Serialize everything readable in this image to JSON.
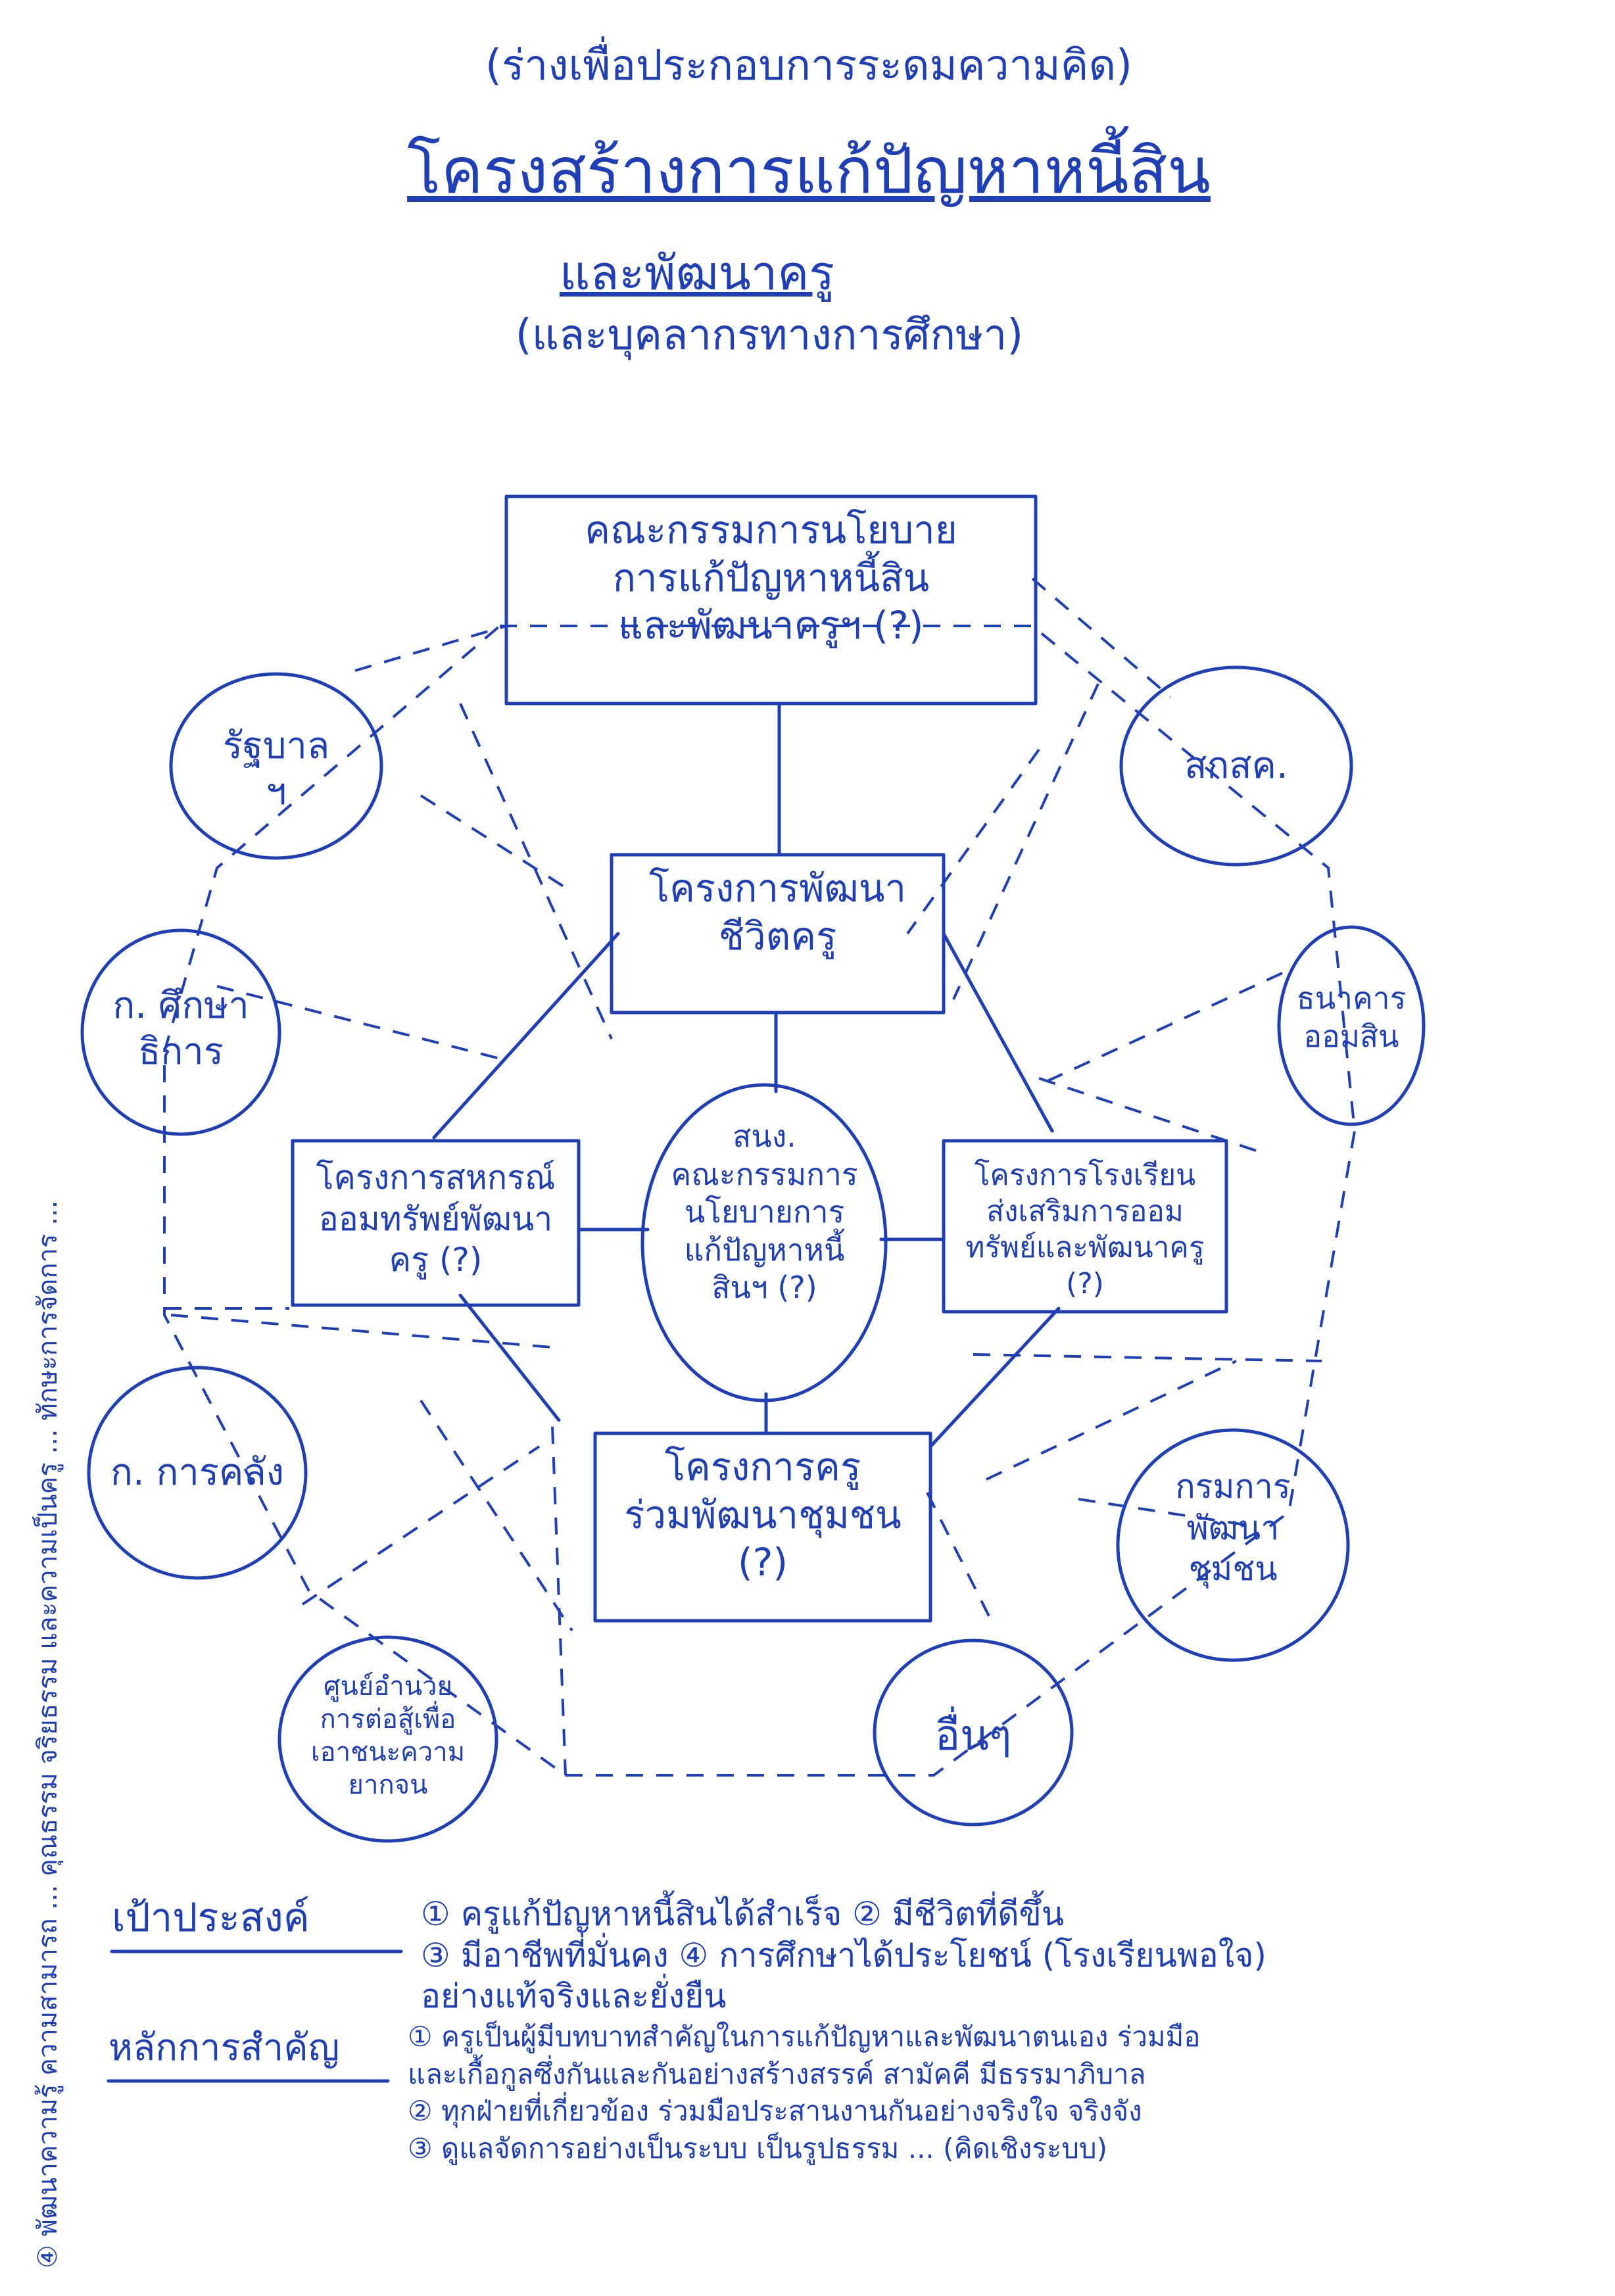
{
  "header": {
    "draft_note": "(ร่างเพื่อประกอบการระดมความคิด)",
    "title": "โครงสร้างการแก้ปัญหาหนี้สิน",
    "title_line2": "และพัฒนาครู",
    "subtitle": "(และบุคลากรทางการศึกษา)"
  },
  "diagram": {
    "top_box": "คณะกรรมการนโยบาย\nการแก้ปัญหาหนี้สิน\nและพัฒนาครูฯ (?)",
    "center_box": "โครงการพัฒนา\nชีวิตครู",
    "hub": "สนง.\nคณะกรรมการ\nนโยบายการ\nแก้ปัญหาหนี้\nสินฯ (?)",
    "left_box": "โครงการสหกรณ์\nออมทรัพย์พัฒนา\nครู (?)",
    "right_box": "โครงการโรงเรียน\nส่งเสริมการออม\nทรัพย์และพัฒนาครู (?)",
    "bottom_box": "โครงการครู\nร่วมพัฒนาชุมชน\n(?)",
    "satellites": [
      "รัฐบาล\nฯ",
      "สกสค.",
      "ก. ศึกษา\nธิการ",
      "ธนาคาร\nออมสิน",
      "ก. การคลัง",
      "กรมการ\nพัฒนา\nชุมชน",
      "ศูนย์อำนวย\nการต่อสู้เพื่อ\nเอาชนะความ\nยากจน",
      "อื่นๆ"
    ]
  },
  "objectives": {
    "label": "เป้าประสงค์",
    "text": "① ครูแก้ปัญหาหนี้สินได้สำเร็จ  ② มีชีวิตที่ดีขึ้น\n③ มีอาชีพที่มั่นคง  ④ การศึกษาได้ประโยชน์ (โรงเรียนพอใจ)\nอย่างแท้จริงและยั่งยืน"
  },
  "principles": {
    "label": "หลักการสำคัญ",
    "text": "① ครูเป็นผู้มีบทบาทสำคัญในการแก้ปัญหาและพัฒนาตนเอง ร่วมมือ\nและเกื้อกูลซึ่งกันและกันอย่างสร้างสรรค์ สามัคคี มีธรรมาภิบาล\n② ทุกฝ่ายที่เกี่ยวข้อง ร่วมมือประสานงานกันอย่างจริงใจ จริงจัง\n③ ดูแลจัดการอย่างเป็นระบบ เป็นรูปธรรม ... (คิดเชิงระบบ)"
  },
  "side_note": "④ พัฒนาความรู้ ความสามารถ ... คุณธรรม จริยธรรม และความเป็นครู ... ทักษะการจัดการ ..."
}
